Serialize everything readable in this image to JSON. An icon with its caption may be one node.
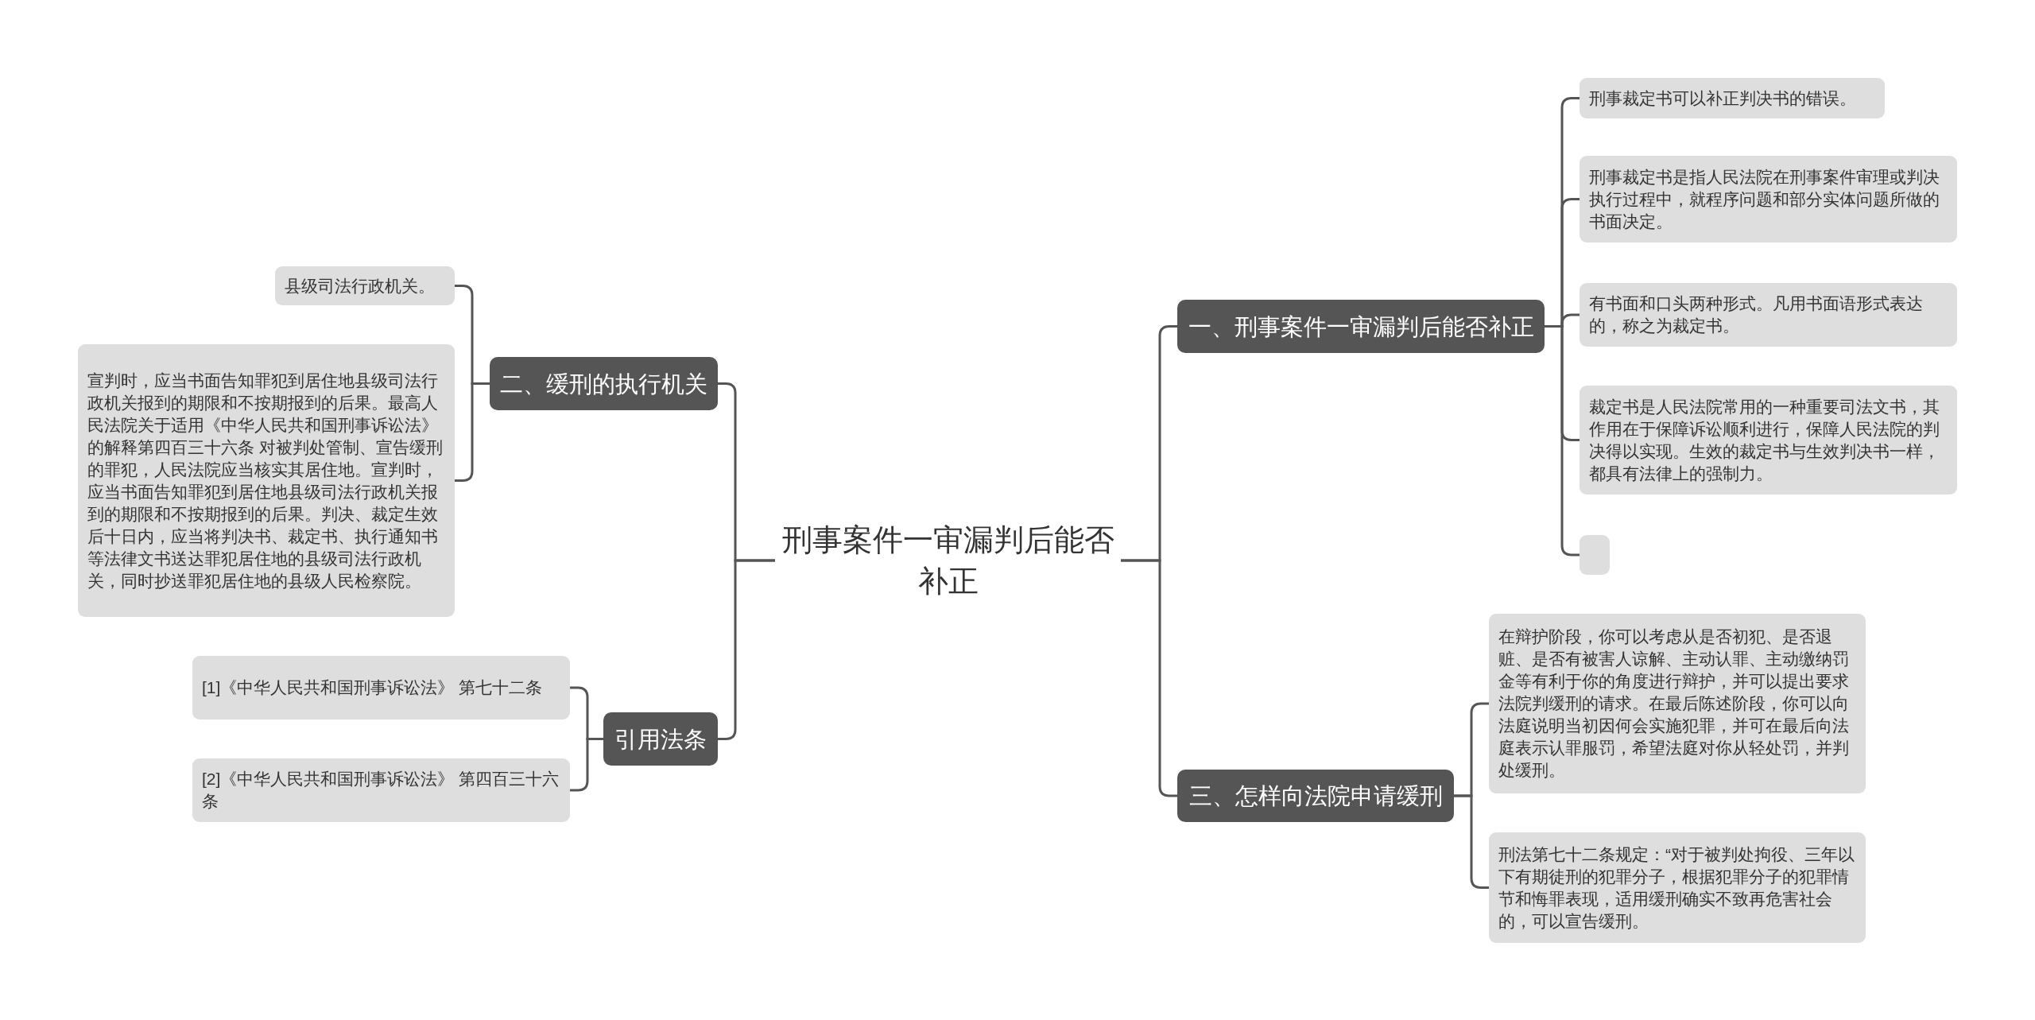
{
  "diagram": {
    "nodes": [
      {
        "text": [
          "刑事案件一审漏判后能否补正"
        ]
      },
      {
        "text": [
          "一、刑事案件一审漏判后能否补正"
        ]
      },
      {
        "text": [
          "刑事裁定书可以补正判决书的错误。"
        ]
      },
      {
        "text": [
          "刑事裁定书是指人民法院在刑事案件审理或判决执行过程中，就程序问题和部分实体问题所做的书面决定。"
        ]
      },
      {
        "text": [
          "有书面和口头两种形式。凡用书面语形式表达的，称之为裁定书。"
        ]
      },
      {
        "text": [
          "裁定书是人民法院常用的一种重要司法文书，其作用在于保障诉讼顺利进行，保障人民法院的判决得以实现。生效的裁定书与生效判决书一样，都具有法律上的强制力。"
        ]
      },
      {
        "text": [],
        "shape": "box"
      },
      {
        "text": [
          "三、怎样向法院申请缓刑"
        ]
      },
      {
        "text": [
          "在辩护阶段，你可以考虑从是否初犯、是否退赃、是否有被害人谅解、主动认罪、主动缴纳罚金等有利于你的角度进行辩护，并可以提出要求法院判缓刑的请求。在最后陈述阶段，你可以向法庭说明当初因何会实施犯罪，并可在最后向法庭表示认罪服罚，希望法庭对你从轻处罚，并判处缓刑。"
        ]
      },
      {
        "text": [
          "刑法第七十二条规定：“对于被判处拘役、三年以下有期徒刑的犯罪分子，根据犯罪分子的犯罪情节和悔罪表现，适用缓刑确实不致再危害社会的，可以宣告缓刑。"
        ]
      },
      {
        "text": [
          "二、缓刑的执行机关"
        ]
      },
      {
        "text": [
          "县级司法行政机关。"
        ]
      },
      {
        "text": [
          "宣判时，应当书面告知罪犯到居住地县级司法行政机关报到的期限和不按期报到的后果。最高人民法院关于适用《中华人民共和国刑事诉讼法》的解释第四百三十六条 对被判处管制、宣告缓刑的罪犯，人民法院应当核实其居住地。宣判时，应当书面告知罪犯到居住地县级司法行政机关报到的期限和不按期报到的后果。判决、裁定生效后十日内，应当将判决书、裁定书、执行通知书等法律文书送达罪犯居住地的县级司法行政机关，同时抄送罪犯居住地的县级人民检察院。"
        ]
      },
      {
        "text": [
          "引用法条"
        ]
      },
      {
        "text": [
          "[1]《中华人民共和国刑事诉讼法》 第七十二条"
        ]
      },
      {
        "text": [
          "[2]《中华人民共和国刑事诉讼法》 第四百三十六条"
        ]
      }
    ],
    "edges": [
      {
        "from": 0,
        "to": 1,
        "arrow": "none"
      },
      {
        "from": 1,
        "to": 2,
        "arrow": "none"
      },
      {
        "from": 1,
        "to": 3,
        "arrow": "none"
      },
      {
        "from": 1,
        "to": 4,
        "arrow": "none"
      },
      {
        "from": 1,
        "to": 5,
        "arrow": "none"
      },
      {
        "from": 1,
        "to": 6,
        "arrow": "none"
      },
      {
        "from": 0,
        "to": 7,
        "arrow": "none"
      },
      {
        "from": 7,
        "to": 8,
        "arrow": "none"
      },
      {
        "from": 7,
        "to": 9,
        "arrow": "none"
      },
      {
        "from": 0,
        "to": 10,
        "arrow": "none"
      },
      {
        "from": 10,
        "to": 11,
        "arrow": "none"
      },
      {
        "from": 10,
        "to": 12,
        "arrow": "none"
      },
      {
        "from": 0,
        "to": 13,
        "arrow": "none"
      },
      {
        "from": 13,
        "to": 14,
        "arrow": "none"
      },
      {
        "from": 13,
        "to": 15,
        "arrow": "none"
      }
    ]
  }
}
